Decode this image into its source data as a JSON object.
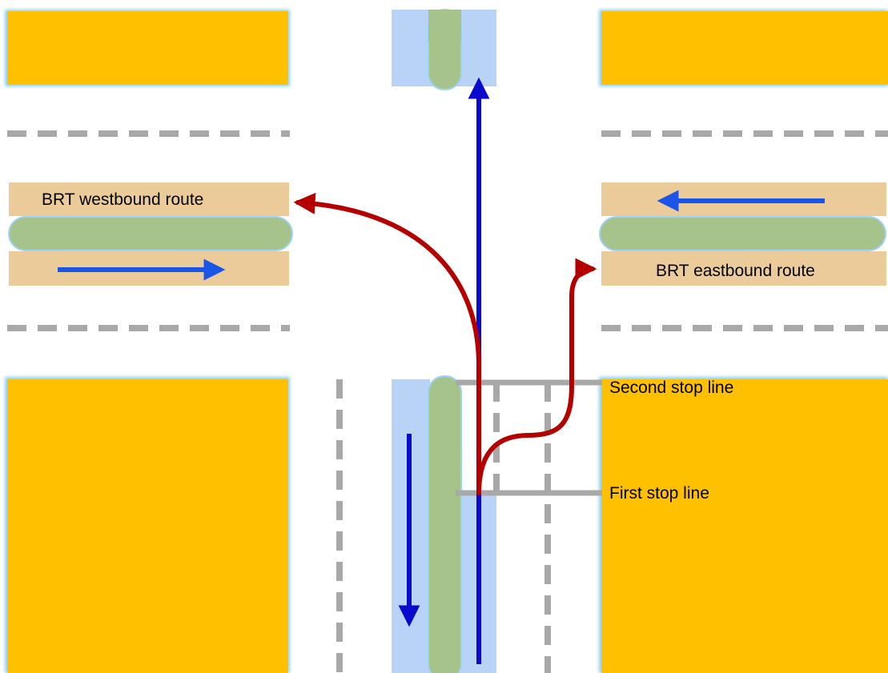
{
  "labels": {
    "westbound_route": "BRT westbound route",
    "eastbound_route": "BRT eastbound route",
    "second_stop_line": "Second stop line",
    "first_stop_line": "First stop line"
  },
  "colors": {
    "block": "#FFC000",
    "block_glow": "#FFE9A0",
    "brt_lane": "#EBCB9A",
    "median": "#A5C38A",
    "bus_lane": "#B8D3F5",
    "marking": "#A8A8A8",
    "arrow_blue": "#1A55E8",
    "arrow_navy": "#0A0ACC",
    "path_red": "#B50000"
  }
}
